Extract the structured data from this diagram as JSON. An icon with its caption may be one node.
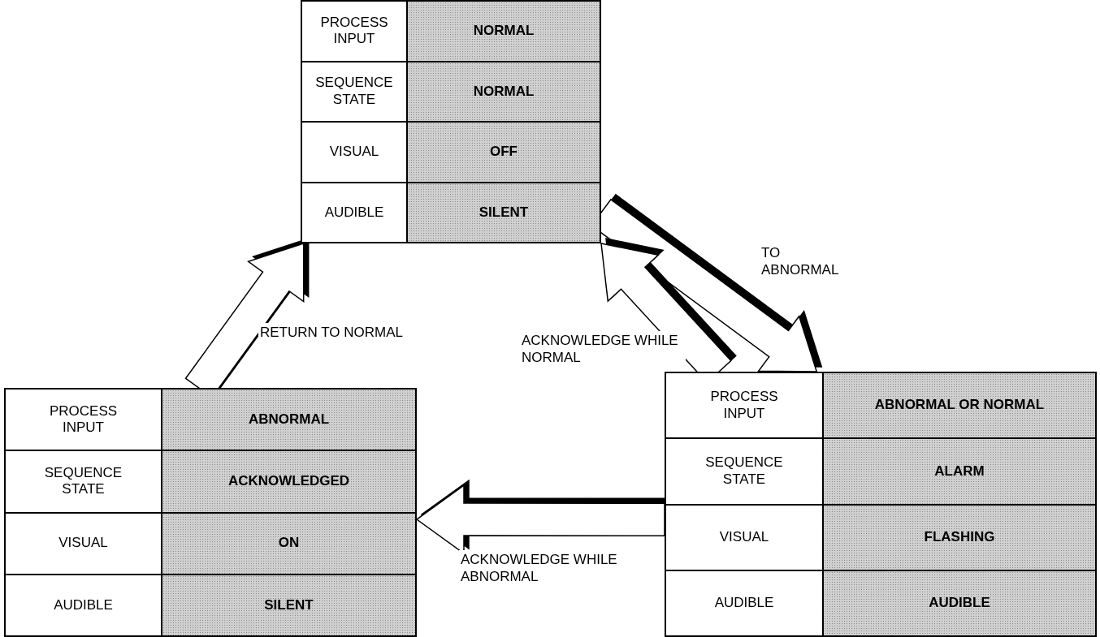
{
  "diagram": {
    "nodes": [
      {
        "text": [
          "PROCESS INPUT",
          "NORMAL",
          "SEQUENCE STATE",
          "NORMAL",
          "VISUAL",
          "OFF",
          "AUDIBLE",
          "SILENT"
        ]
      },
      {
        "text": [
          "PROCESS INPUT",
          "ABNORMAL",
          "SEQUENCE STATE",
          "ACKNOWLEDGED",
          "VISUAL",
          "ON",
          "AUDIBLE",
          "SILENT"
        ]
      },
      {
        "text": [
          "PROCESS INPUT",
          "ABNORMAL OR NORMAL",
          "SEQUENCE STATE",
          "ALARM",
          "VISUAL",
          "FLASHING",
          "AUDIBLE",
          "AUDIBLE"
        ]
      }
    ],
    "edges": [
      {
        "from": 1,
        "to": 0,
        "arrow": "to",
        "label": "RETURN TO NORMAL"
      },
      {
        "from": 0,
        "to": 2,
        "arrow": "to",
        "label": "TO ABNORMAL"
      },
      {
        "from": 2,
        "to": 0,
        "arrow": "to",
        "label": "ACKNOWLEDGE WHILE NORMAL"
      },
      {
        "from": 2,
        "to": 1,
        "arrow": "to",
        "label": "ACKNOWLEDGE WHILE ABNORMAL"
      }
    ]
  }
}
